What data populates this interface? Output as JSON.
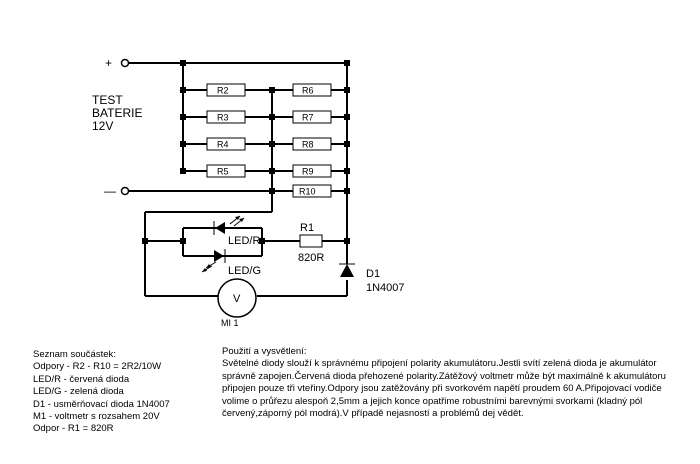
{
  "schematic": {
    "terminals": {
      "plus": "+",
      "minus": "—"
    },
    "title_lines": [
      "TEST",
      "BATERIE",
      "12V"
    ],
    "resistors_left": [
      "R2",
      "R3",
      "R4",
      "R5"
    ],
    "resistors_right": [
      "R6",
      "R7",
      "R8",
      "R9",
      "R10"
    ],
    "r1": {
      "name": "R1",
      "value": "820R"
    },
    "leds": {
      "red": "LED/R",
      "green": "LED/G"
    },
    "d1": {
      "name": "D1",
      "part": "1N4007"
    },
    "meter": {
      "symbol": "V",
      "name": "MI 1"
    }
  },
  "parts_list": {
    "title": "Seznam součástek:",
    "items": [
      "Odpory - R2 - R10 = 2R2/10W",
      "LED/R - červená dioda",
      "LED/G - zelená dioda",
      "D1 - usměrňovací dioda 1N4007",
      "M1 - voltmetr s rozsahem 20V",
      "Odpor - R1 = 820R"
    ]
  },
  "notes": {
    "title": "Použití a vysvětlení:",
    "body": "Světelné diody slouží k správnému připojení polarity akumulátoru.Jestli svítí zelená dioda je akumulátor správně zapojen.Červená dioda přehozené polarity.Zátěžový voltmetr může být maximálně k akumulátoru připojen pouze tři vteřiny.Odpory jsou zatěžovány při svorkovém napětí proudem 60 A.Připojovací vodiče volime o průřezu alespoň 2,5mm a jejich konce opatřime robustními barevnými svorkami (kladný pól červený,záporný pól modrá).V případě nejasností a problémů dej vědět."
  }
}
